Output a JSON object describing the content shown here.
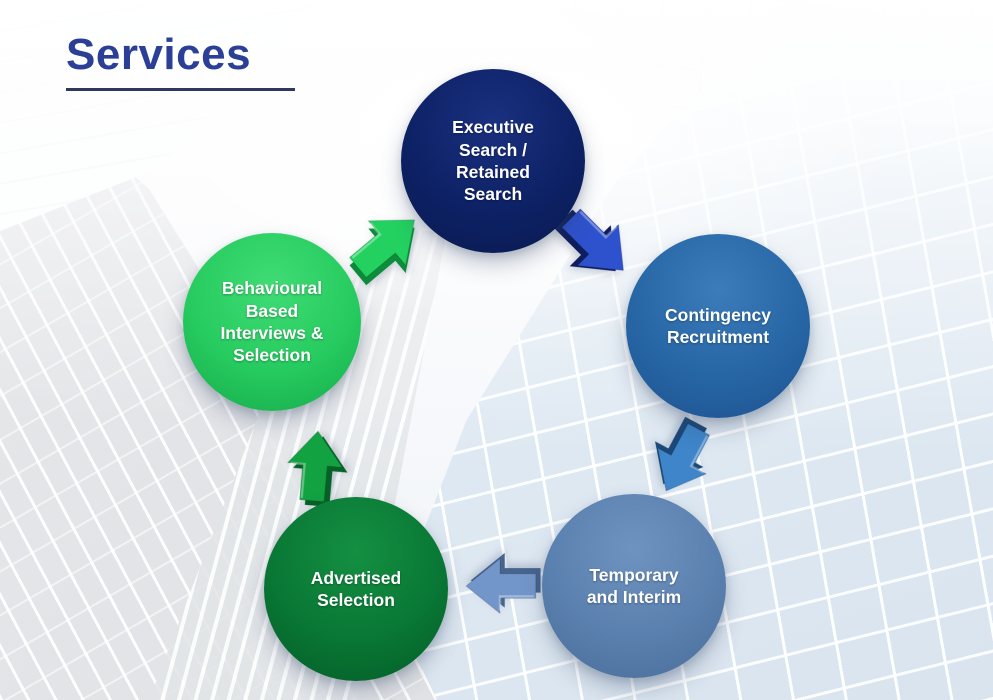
{
  "slide": {
    "title": "Services",
    "title_color": "#2b3f96",
    "underline_color": "#30395d"
  },
  "diagram": {
    "type": "cycle",
    "description": "Recruitment services cycle of five stages connected by arrows",
    "nodes": [
      {
        "id": "executive-search",
        "label": "Executive\nSearch /\nRetained\nSearch",
        "position": "top",
        "color": "#0d2165",
        "color_light": "#1a3180",
        "color_dark": "#0a1a4e"
      },
      {
        "id": "contingency-recruitment",
        "label": "Contingency\nRecruitment",
        "position": "right",
        "color": "#2766a5",
        "color_light": "#3d7cba",
        "color_dark": "#1d5190"
      },
      {
        "id": "temporary-and-interim",
        "label": "Temporary\nand Interim",
        "position": "bottom-right",
        "color": "#5a80af",
        "color_light": "#6f93c0",
        "color_dark": "#4a6d99"
      },
      {
        "id": "advertised-selection",
        "label": "Advertised\nSelection",
        "position": "bottom-left",
        "color": "#097735",
        "color_light": "#149042",
        "color_dark": "#035c26"
      },
      {
        "id": "behavioural-interviews",
        "label": "Behavioural\nBased\nInterviews &\nSelection",
        "position": "left",
        "color": "#26cb5f",
        "color_light": "#40dc75",
        "color_dark": "#16aa4b"
      }
    ],
    "arrows": [
      {
        "id": "executive-to-contingency",
        "from": "executive-search",
        "to": "contingency-recruitment",
        "direction": "down-right",
        "color": "#2e52cd",
        "edge_color": "#0e1d5e"
      },
      {
        "id": "contingency-to-temporary",
        "from": "contingency-recruitment",
        "to": "temporary-and-interim",
        "direction": "down-left",
        "color": "#3e85c9",
        "edge_color": "#1b4878"
      },
      {
        "id": "temporary-to-advertised",
        "from": "temporary-and-interim",
        "to": "advertised-selection",
        "direction": "left",
        "color": "#7396ca",
        "edge_color": "#47648f"
      },
      {
        "id": "advertised-to-behavioural",
        "from": "advertised-selection",
        "to": "behavioural-interviews",
        "direction": "up",
        "color": "#13a242",
        "edge_color": "#056227"
      },
      {
        "id": "behavioural-to-executive",
        "from": "behavioural-interviews",
        "to": "executive-search",
        "direction": "up-right",
        "color": "#23d160",
        "edge_color": "#0d8c3a"
      }
    ]
  }
}
